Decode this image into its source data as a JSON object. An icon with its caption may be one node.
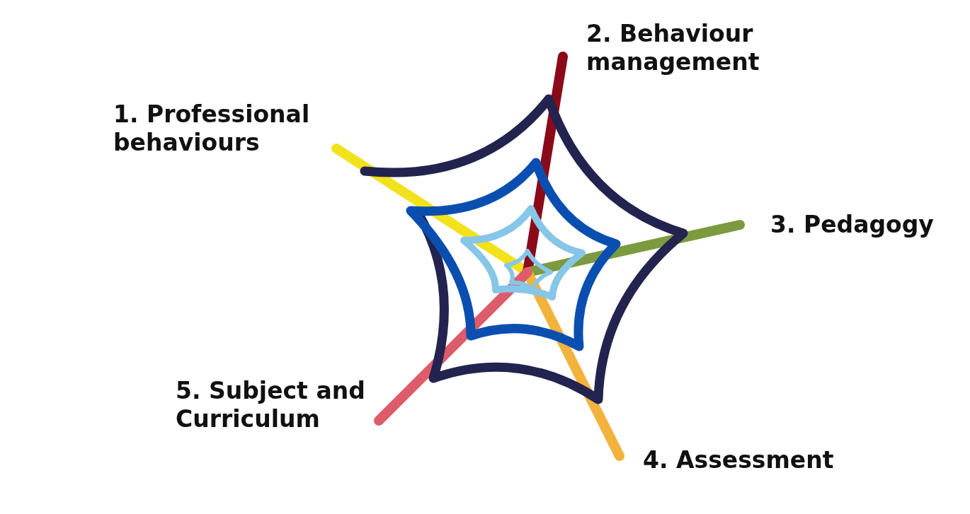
{
  "diagram": {
    "labels": [
      "2. Behaviour management",
      "1. Professional behaviours",
      "3. Pedagogy",
      "5. Subject and Curriculum",
      "4. Assessment"
    ]
  }
}
